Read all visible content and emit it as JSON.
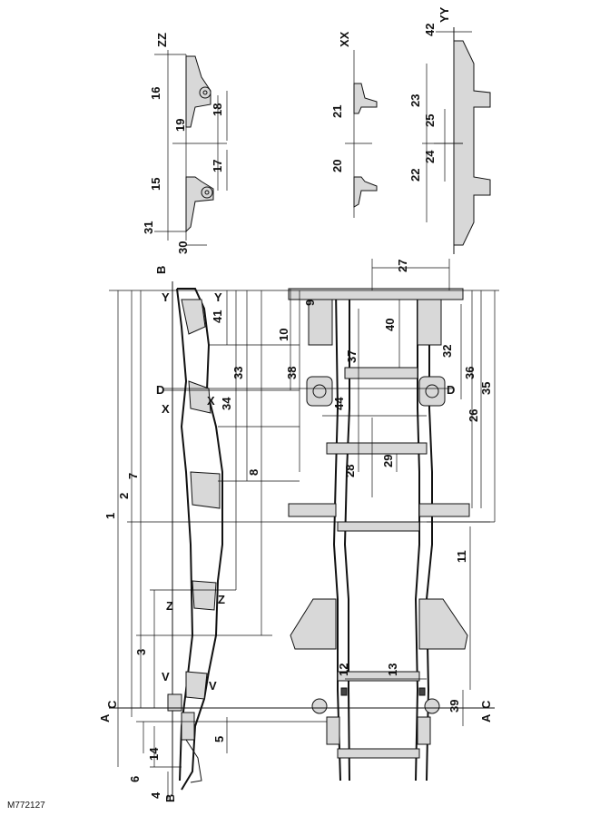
{
  "reference": "M772127",
  "section_marks": {
    "A": "A",
    "B": "B",
    "C": "C",
    "D": "D",
    "X": "X",
    "Y": "Y",
    "Z": "Z",
    "V": "V",
    "XX": "XX",
    "YY": "YY",
    "ZZ": "ZZ"
  },
  "dimension_numbers": [
    "1",
    "2",
    "3",
    "4",
    "5",
    "6",
    "7",
    "8",
    "9",
    "10",
    "11",
    "12",
    "13",
    "14",
    "15",
    "16",
    "17",
    "18",
    "19",
    "20",
    "21",
    "22",
    "23",
    "24",
    "25",
    "26",
    "27",
    "28",
    "29",
    "30",
    "31",
    "32",
    "33",
    "34",
    "35",
    "36",
    "37",
    "38",
    "39",
    "40",
    "41",
    "42",
    "44"
  ]
}
